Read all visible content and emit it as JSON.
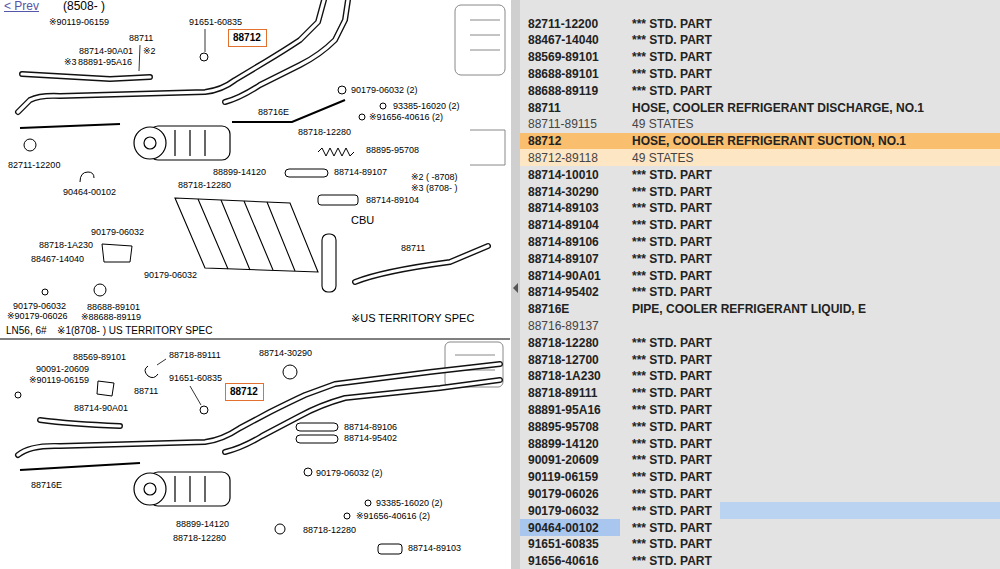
{
  "diagram": {
    "nodes": [
      {
        "text": [
          "88712"
        ]
      },
      {
        "text": [
          "88712"
        ]
      }
    ],
    "labels": [
      "< Prev",
      "(8508- )",
      "※90119-06159",
      "88714-90A01",
      "※2",
      "※3",
      "88891-95A16",
      "88711",
      "91651-60835",
      "90179-06032 (2)",
      "93385-16020 (2)",
      "※91656-40616 (2)",
      "88716E",
      "88718-12280",
      "88895-95708",
      "88899-14120",
      "88714-89107",
      "88718-12280",
      "※2 ( -8708)",
      "※3 (8708- )",
      "88714-89104",
      "82711-12200",
      "90464-00102",
      "CBU",
      "88711",
      "90179-06032",
      "88718-1A230",
      "88467-14040",
      "90179-06032",
      "90179-06032",
      "※90179-06026",
      "88688-89101",
      "※88688-89119",
      "LN56, 6#",
      "※1(8708- ) US TERRITORY SPEC",
      "※US TERRITORY SPEC",
      "88569-89101",
      "90091-20609",
      "※90119-06159",
      "88718-89111",
      "88714-30290",
      "91651-60835",
      "88711",
      "88714-90A01",
      "88714-89106",
      "88714-95402",
      "88716E",
      "90179-06032 (2)",
      "93385-16020 (2)",
      "※91656-40616 (2)",
      "88899-14120",
      "88718-12280",
      "88718-12280",
      "88714-89103",
      "82711-12200",
      "*** STD. PART",
      "88467-14040",
      "*** STD. PART",
      "88569-89101",
      "*** STD. PART",
      "88688-89101",
      "*** STD. PART",
      "88688-89119",
      "*** STD. PART",
      "88711",
      "HOSE, COOLER REFRIGERANT DISCHARGE, NO.1",
      "88711-89115",
      "49 STATES",
      "88712",
      "HOSE, COOLER REFRIGERANT SUCTION, NO.1",
      "88712-89118",
      "49 STATES",
      "88714-10010",
      "*** STD. PART",
      "88714-30290",
      "*** STD. PART",
      "88714-89103",
      "*** STD. PART",
      "88714-89104",
      "*** STD. PART",
      "88714-89106",
      "*** STD. PART",
      "88714-89107",
      "*** STD. PART",
      "88714-90A01",
      "*** STD. PART",
      "88714-95402",
      "*** STD. PART",
      "88716E",
      "PIPE, COOLER REFRIGERANT LIQUID, E",
      "88716-89137",
      "88718-12280",
      "*** STD. PART",
      "88718-12700",
      "*** STD. PART",
      "88718-1A230",
      "*** STD. PART",
      "88718-89111",
      "*** STD. PART",
      "88891-95A16",
      "*** STD. PART",
      "88895-95708",
      "*** STD. PART",
      "88899-14120",
      "*** STD. PART",
      "90091-20609",
      "*** STD. PART",
      "90119-06159",
      "*** STD. PART",
      "90179-06026",
      "*** STD. PART",
      "90179-06032",
      "*** STD. PART",
      "90464-00102",
      "*** STD. PART",
      "91651-60835",
      "*** STD. PART",
      "91656-40616",
      "*** STD. PART"
    ]
  }
}
